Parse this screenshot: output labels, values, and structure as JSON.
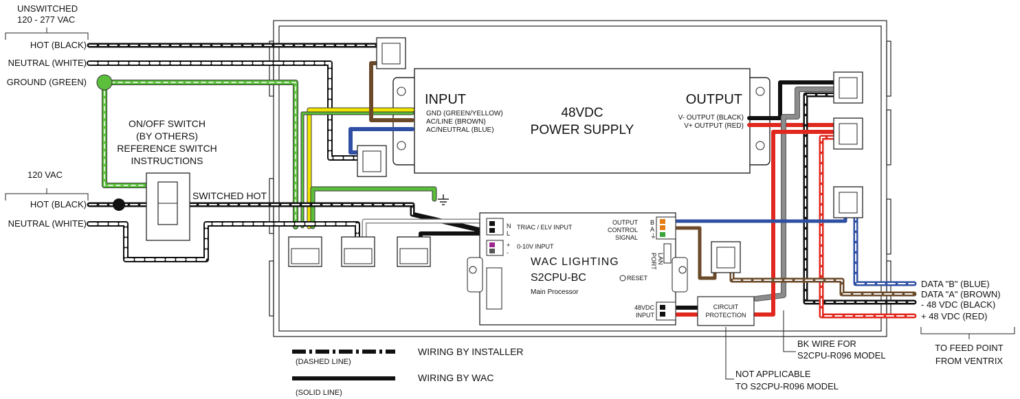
{
  "left_labels": {
    "unswitched_title": "UNSWITCHED",
    "unswitched_voltage": "120 - 277 VAC",
    "hot_black": "HOT (BLACK)",
    "neutral_white": "NEUTRAL (WHITE)",
    "ground_green": "GROUND (GREEN)",
    "vac120": "120 VAC",
    "hot_black_2": "HOT (BLACK)",
    "neutral_white_2": "NEUTRAL (WHITE)"
  },
  "switch": {
    "line1": "ON/OFF SWITCH",
    "line2": "(BY OTHERS)",
    "line3": "REFERENCE SWITCH",
    "line4": "INSTRUCTIONS",
    "switched_hot": "SWITCHED HOT"
  },
  "power_supply": {
    "input_title": "INPUT",
    "gnd": "GND (GREEN/YELLOW)",
    "ac_line": "AC/LINE (BROWN)",
    "ac_neutral": "AC/NEUTRAL (BLUE)",
    "center_line1": "48VDC",
    "center_line2": "POWER SUPPLY",
    "output_title": "OUTPUT",
    "v_minus": "V- OUTPUT (BLACK)",
    "v_plus": "V+ OUTPUT (RED)"
  },
  "processor": {
    "term_n": "N",
    "term_l": "L",
    "triac": "TRIAC / ELV INPUT",
    "plus": "+",
    "minus": "-",
    "input_0_10v": "0-10V INPUT",
    "brand": "WAC LIGHTING",
    "model": "S2CPU-BC",
    "reset": "RESET",
    "subtitle": "Main Processor",
    "out_ctrl1": "OUTPUT",
    "out_ctrl2": "CONTROL",
    "out_ctrl3": "SIGNAL",
    "term_b": "B",
    "term_a": "A",
    "lan1": "LAN",
    "lan2": "PORT",
    "vdc48_1": "48VDC",
    "vdc48_2": "INPUT"
  },
  "circuit_protection": {
    "line1": "CIRCUIT",
    "line2": "PROTECTION"
  },
  "right_labels": {
    "data_b": "DATA \"B\" (BLUE)",
    "data_a": "DATA \"A\" (BROWN)",
    "minus48": "- 48 VDC (BLACK)",
    "plus48": "+ 48 VDC (RED)",
    "feed1": "TO FEED POINT",
    "feed2": "FROM VENTRIX"
  },
  "notes": {
    "bk1": "BK WIRE FOR",
    "bk2": "S2CPU-R096 MODEL",
    "na1": "NOT APPLICABLE",
    "na2": "TO S2CPU-R096 MODEL"
  },
  "legend": {
    "dashed_caption": "(DASHED LINE)",
    "dashed_text": "WIRING BY INSTALLER",
    "solid_caption": "(SOLID LINE)",
    "solid_text": "WIRING BY WAC"
  },
  "colors": {
    "black": "#111111",
    "white_wire": "#ffffff",
    "green": "#5cbf3c",
    "yellow": "#f2e600",
    "brown": "#6b4a2a",
    "blue": "#2f4fa3",
    "red": "#e0281e",
    "gray": "#8c8c8c"
  }
}
